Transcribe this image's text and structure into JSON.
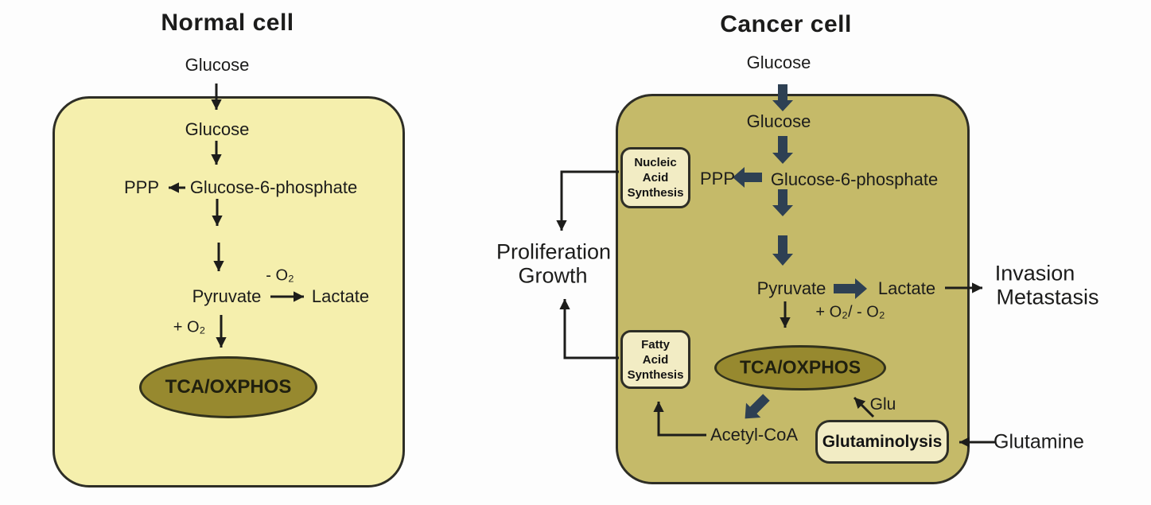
{
  "normal": {
    "title": "Normal cell",
    "glucose_out": "Glucose",
    "glucose_in": "Glucose",
    "ppp": "PPP",
    "g6p": "Glucose-6-phosphate",
    "minus_o2": "- O₂",
    "pyruvate": "Pyruvate",
    "lactate": "Lactate",
    "plus_o2": "+ O₂",
    "tca": "TCA/OXPHOS"
  },
  "cancer": {
    "title": "Cancer cell",
    "glucose_out": "Glucose",
    "glucose_in": "Glucose",
    "ppp": "PPP",
    "g6p": "Glucose-6-phosphate",
    "pyruvate": "Pyruvate",
    "lactate": "Lactate",
    "o2": "+ O₂/ - O₂",
    "tca": "TCA/OXPHOS",
    "acetyl": "Acetyl-CoA",
    "glu": "Glu",
    "nucleic": [
      "Nucleic",
      "Acid",
      "Synthesis"
    ],
    "fatty": [
      "Fatty",
      "Acid",
      "Synthesis"
    ],
    "glutaminolysis": "Glutaminolysis"
  },
  "outside": {
    "proliferation": "Proliferation",
    "growth": "Growth",
    "invasion": "Invasion",
    "metastasis": "Metastasis",
    "glutamine": "Glutamine"
  },
  "colors": {
    "normal_fill": "#f5efad",
    "cancer_fill": "#c5ba69",
    "box_fill": "#f2ecc4",
    "ellipse_fill": "#97892f",
    "outline": "#2e2e26",
    "thick_arrow": "#2e4053",
    "text": "#1c1c1b"
  }
}
